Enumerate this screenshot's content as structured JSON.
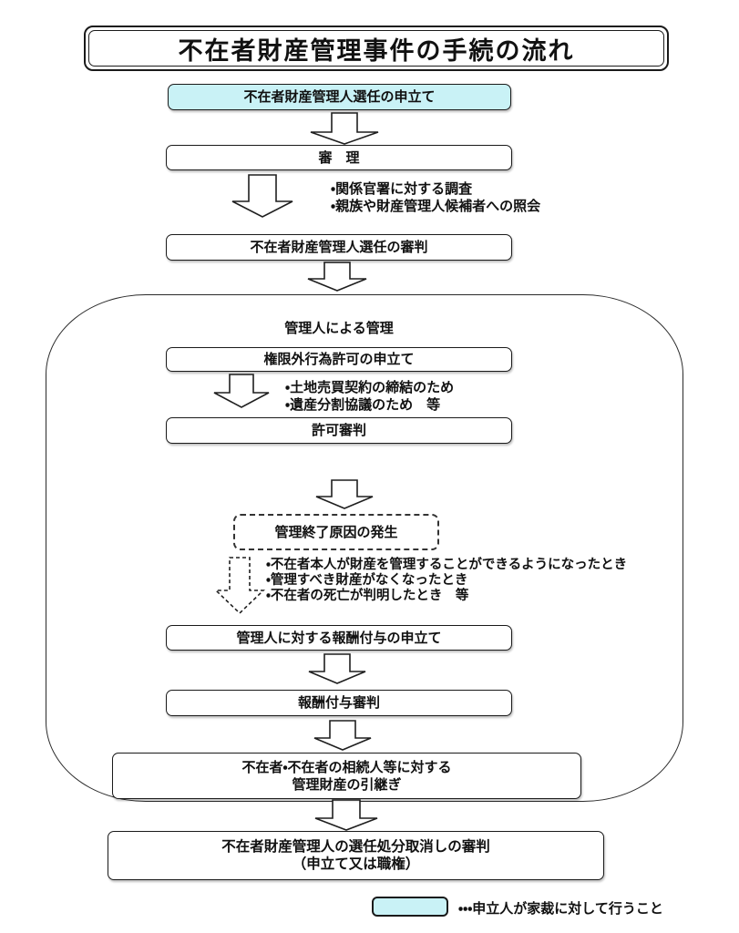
{
  "title": "不在者財産管理事件の手続の流れ",
  "accent_color": "#c9f2f6",
  "flow": {
    "petition": "不在者財産管理人選任の申立て",
    "examination": "審　理",
    "examination_notes": [
      "・関係官署に対する調査",
      "・親族や財産管理人候補者への照会"
    ],
    "appointment_ruling": "不在者財産管理人選任の審判",
    "container_label": "管理人による管理",
    "beyond_authority_petition": "権限外行為許可の申立て",
    "beyond_authority_notes": [
      "・土地売買契約の締結のため",
      "・遺産分割協議のため　等"
    ],
    "permission_ruling": "許可審判",
    "termination_cause": "管理終了原因の発生",
    "termination_notes": [
      "・不在者本人が財産を管理することができるようになったとき",
      "・管理すべき財産がなくなったとき",
      "・不在者の死亡が判明したとき　等"
    ],
    "remuneration_petition": "管理人に対する報酬付与の申立て",
    "remuneration_ruling": "報酬付与審判",
    "handover_line1": "不在者・不在者の相続人等に対する",
    "handover_line2": "管理財産の引継ぎ",
    "cancellation_line1": "不在者財産管理人の選任処分取消しの審判",
    "cancellation_line2": "（申立て又は職権）"
  },
  "legend": {
    "text": "・・・申立人が家裁に対して行うこと"
  }
}
